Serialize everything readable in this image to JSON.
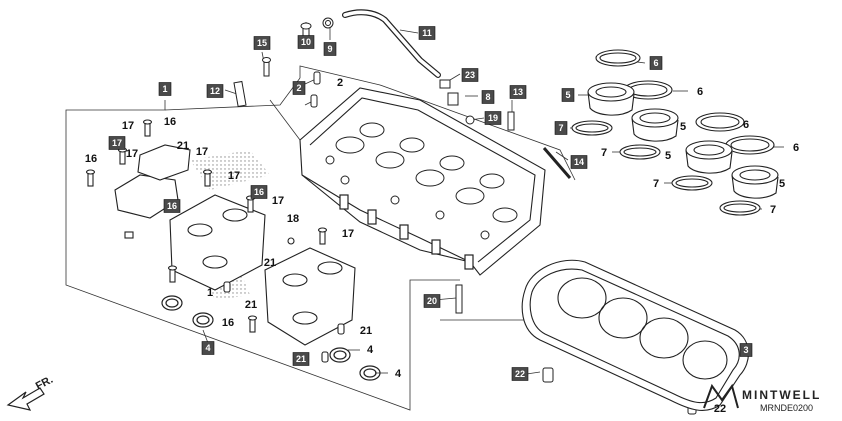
{
  "diagram": {
    "direction_label": "FR.",
    "part_code": "MRNDE0200",
    "watermark": "MINTWELL",
    "callouts": [
      {
        "id": "c15",
        "num": "15",
        "boxed": true
      },
      {
        "id": "c10",
        "num": "10",
        "boxed": true
      },
      {
        "id": "c9",
        "num": "9",
        "boxed": true
      },
      {
        "id": "c11",
        "num": "11",
        "boxed": true
      },
      {
        "id": "c1",
        "num": "1",
        "boxed": true
      },
      {
        "id": "c12",
        "num": "12",
        "boxed": true
      },
      {
        "id": "c2a",
        "num": "2",
        "boxed": true
      },
      {
        "id": "c2b",
        "num": "2",
        "boxed": false
      },
      {
        "id": "c23",
        "num": "23",
        "boxed": true
      },
      {
        "id": "c8",
        "num": "8",
        "boxed": true
      },
      {
        "id": "c13",
        "num": "13",
        "boxed": true
      },
      {
        "id": "c19",
        "num": "19",
        "boxed": true
      },
      {
        "id": "c14",
        "num": "14",
        "boxed": true
      },
      {
        "id": "c6a",
        "num": "6",
        "boxed": true
      },
      {
        "id": "c6b",
        "num": "6",
        "boxed": false
      },
      {
        "id": "c6c",
        "num": "6",
        "boxed": false
      },
      {
        "id": "c6d",
        "num": "6",
        "boxed": false
      },
      {
        "id": "c5a",
        "num": "5",
        "boxed": true
      },
      {
        "id": "c5b",
        "num": "5",
        "boxed": false
      },
      {
        "id": "c5c",
        "num": "5",
        "boxed": false
      },
      {
        "id": "c5d",
        "num": "5",
        "boxed": false
      },
      {
        "id": "c7a",
        "num": "7",
        "boxed": true
      },
      {
        "id": "c7b",
        "num": "7",
        "boxed": false
      },
      {
        "id": "c7c",
        "num": "7",
        "boxed": false
      },
      {
        "id": "c7d",
        "num": "7",
        "boxed": false
      },
      {
        "id": "c17a",
        "num": "17",
        "boxed": false
      },
      {
        "id": "c16a",
        "num": "16",
        "boxed": false
      },
      {
        "id": "c17b",
        "num": "17",
        "boxed": true
      },
      {
        "id": "c17c",
        "num": "17",
        "boxed": false
      },
      {
        "id": "c16b",
        "num": "16",
        "boxed": false
      },
      {
        "id": "c21a",
        "num": "21",
        "boxed": false
      },
      {
        "id": "c17d",
        "num": "17",
        "boxed": false
      },
      {
        "id": "c17e",
        "num": "17",
        "boxed": false
      },
      {
        "id": "c16c",
        "num": "16",
        "boxed": true
      },
      {
        "id": "c16d",
        "num": "16",
        "boxed": true
      },
      {
        "id": "c17f",
        "num": "17",
        "boxed": false
      },
      {
        "id": "c18",
        "num": "18",
        "boxed": false
      },
      {
        "id": "c21b",
        "num": "21",
        "boxed": false
      },
      {
        "id": "c17g",
        "num": "17",
        "boxed": false
      },
      {
        "id": "c1b",
        "num": "1",
        "boxed": false
      },
      {
        "id": "c21c",
        "num": "21",
        "boxed": false
      },
      {
        "id": "c16e",
        "num": "16",
        "boxed": false
      },
      {
        "id": "c21d",
        "num": "21",
        "boxed": false
      },
      {
        "id": "c4a",
        "num": "4",
        "boxed": true
      },
      {
        "id": "c21e",
        "num": "21",
        "boxed": true
      },
      {
        "id": "c4b",
        "num": "4",
        "boxed": false
      },
      {
        "id": "c4c",
        "num": "4",
        "boxed": false
      },
      {
        "id": "c20",
        "num": "20",
        "boxed": true
      },
      {
        "id": "c22a",
        "num": "22",
        "boxed": true
      },
      {
        "id": "c22b",
        "num": "22",
        "boxed": false
      },
      {
        "id": "c3",
        "num": "3",
        "boxed": true
      }
    ]
  },
  "colors": {
    "line": "#222222",
    "box_fill": "#4a4a4a",
    "box_text": "#ffffff"
  }
}
